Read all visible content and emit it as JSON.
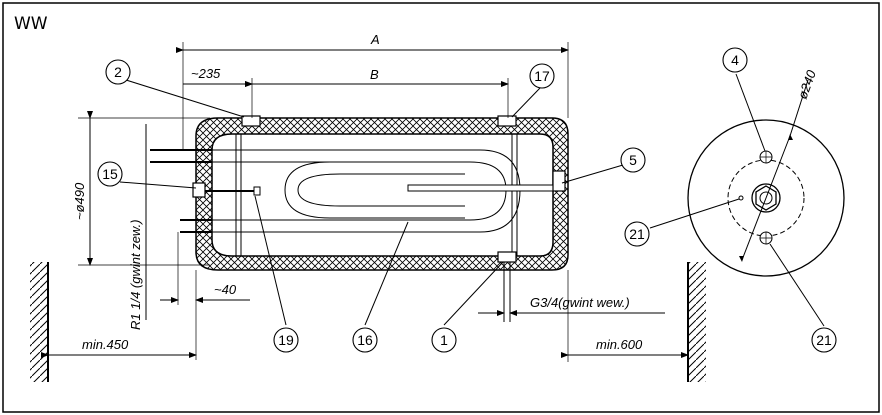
{
  "title": "WW",
  "dimensions": {
    "a": "A",
    "b": "B",
    "d235": "~235",
    "d490": "~ø490",
    "d40": "~40",
    "min450": "min.450",
    "min600": "min.600",
    "r14": "R1 1/4 (gwint zew.)",
    "g34": "G3/4(gwint wew.)",
    "d240": "ø240"
  },
  "balloons": [
    "1",
    "2",
    "4",
    "5",
    "15",
    "16",
    "17",
    "19",
    "21",
    "21"
  ]
}
